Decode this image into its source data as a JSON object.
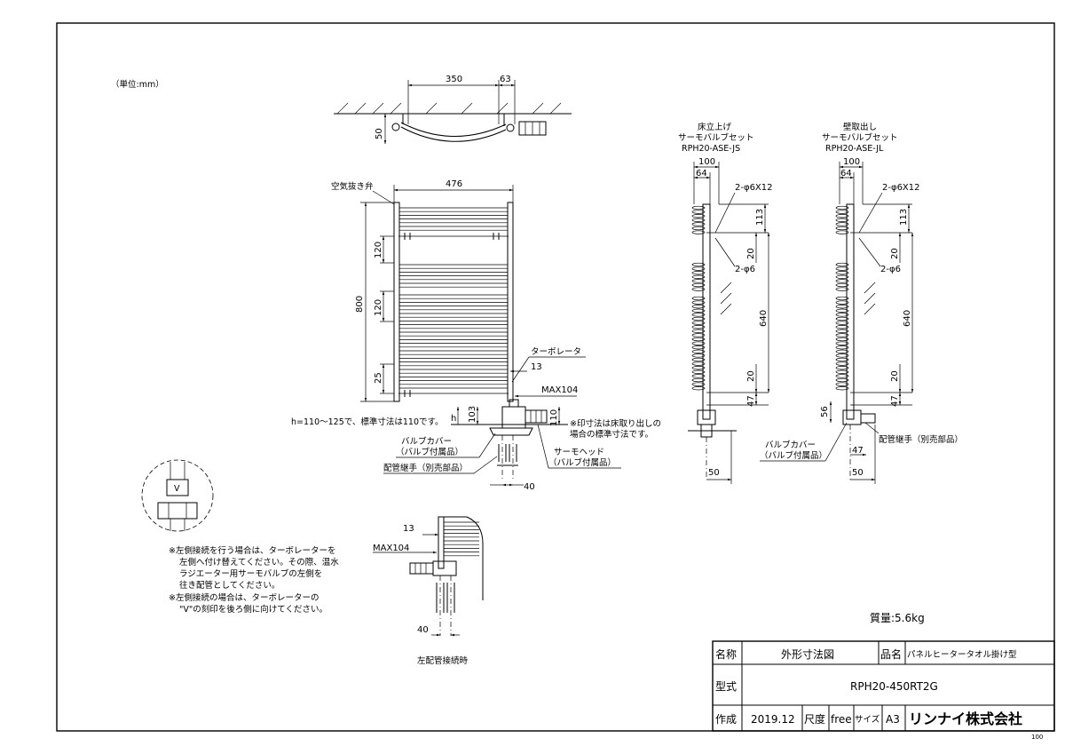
{
  "unit_note": "（単位:mm）",
  "top_view": {
    "dim_width": "350",
    "dim_offset": "63",
    "dim_depth": "50"
  },
  "front_view": {
    "air_vent_label": "空気抜き弁",
    "dim_width": "476",
    "dim_height": "800",
    "dim_120_a": "120",
    "dim_120_b": "120",
    "dim_25": "25",
    "turbo_label": "ターボレータ",
    "dim_13": "13",
    "dim_max104": "MAX104",
    "dim_h": "h",
    "dim_103": "103",
    "dim_110": "110",
    "dim_40": "40",
    "h_note": "h=110～125で、標準寸法は110です。",
    "floor_note_1": "※印寸法は床取り出しの",
    "floor_note_2": "場合の標準寸法です。",
    "valve_cover_label_1": "バルブカバー",
    "valve_cover_label_2": "（バルブ付属品）",
    "pipe_fitting_label": "配管継手（別売部品）",
    "thermo_head_label_1": "サーモヘッド",
    "thermo_head_label_2": "（バルブ付属品）"
  },
  "floor_set": {
    "title_1": "床立上げ",
    "title_2": "サーモバルブセット",
    "title_3": "RPH20-ASE-JS",
    "dim_100": "100",
    "dim_64": "64",
    "hole_a": "2-φ6X12",
    "hole_b": "2-φ6",
    "dim_113": "113",
    "dim_20_a": "20",
    "dim_640": "640",
    "dim_20_b": "20",
    "dim_47": "47",
    "dim_50": "50"
  },
  "wall_set": {
    "title_1": "壁取出し",
    "title_2": "サーモバルブセット",
    "title_3": "RPH20-ASE-JL",
    "dim_100": "100",
    "dim_64": "64",
    "hole_a": "2-φ6X12",
    "hole_b": "2-φ6",
    "dim_113": "113",
    "dim_20_a": "20",
    "dim_640": "640",
    "dim_20_b": "20",
    "dim_47_a": "47",
    "dim_56": "56",
    "dim_47_b": "47",
    "dim_50": "50",
    "valve_cover_label_1": "バルブカバー",
    "valve_cover_label_2": "（バルブ付属品）",
    "pipe_fitting_label": "配管継手（別売部品）"
  },
  "detail_mark": "V",
  "notes": {
    "n1_line1": "※左側接続を行う場合は、ターボレーターを",
    "n1_line2": "左側へ付け替えてください。その際、温水",
    "n1_line3": "ラジエーター用サーモバルブの左側を",
    "n1_line4": "往き配管としてください。",
    "n2_line1": "※左側接続の場合は、ターボレーターの",
    "n2_line2": "\"V\"の刻印を後ろ側に向けてください。"
  },
  "left_view": {
    "dim_13": "13",
    "dim_max104": "MAX104",
    "dim_40": "40",
    "caption": "左配管接続時"
  },
  "weight": "質量:5.6kg",
  "title_block": {
    "name_label": "名称",
    "name_value": "外形寸法図",
    "product_label": "品名",
    "product_value": "パネルヒータータオル掛け型",
    "model_label": "型式",
    "model_value": "RPH20-450RT2G",
    "made_label": "作成",
    "made_value": "2019.12",
    "scale_label": "尺度",
    "scale_value": "free",
    "size_label": "サイズ",
    "size_value": "A3",
    "company": "リンナイ株式会社"
  },
  "sheet_code": "100"
}
